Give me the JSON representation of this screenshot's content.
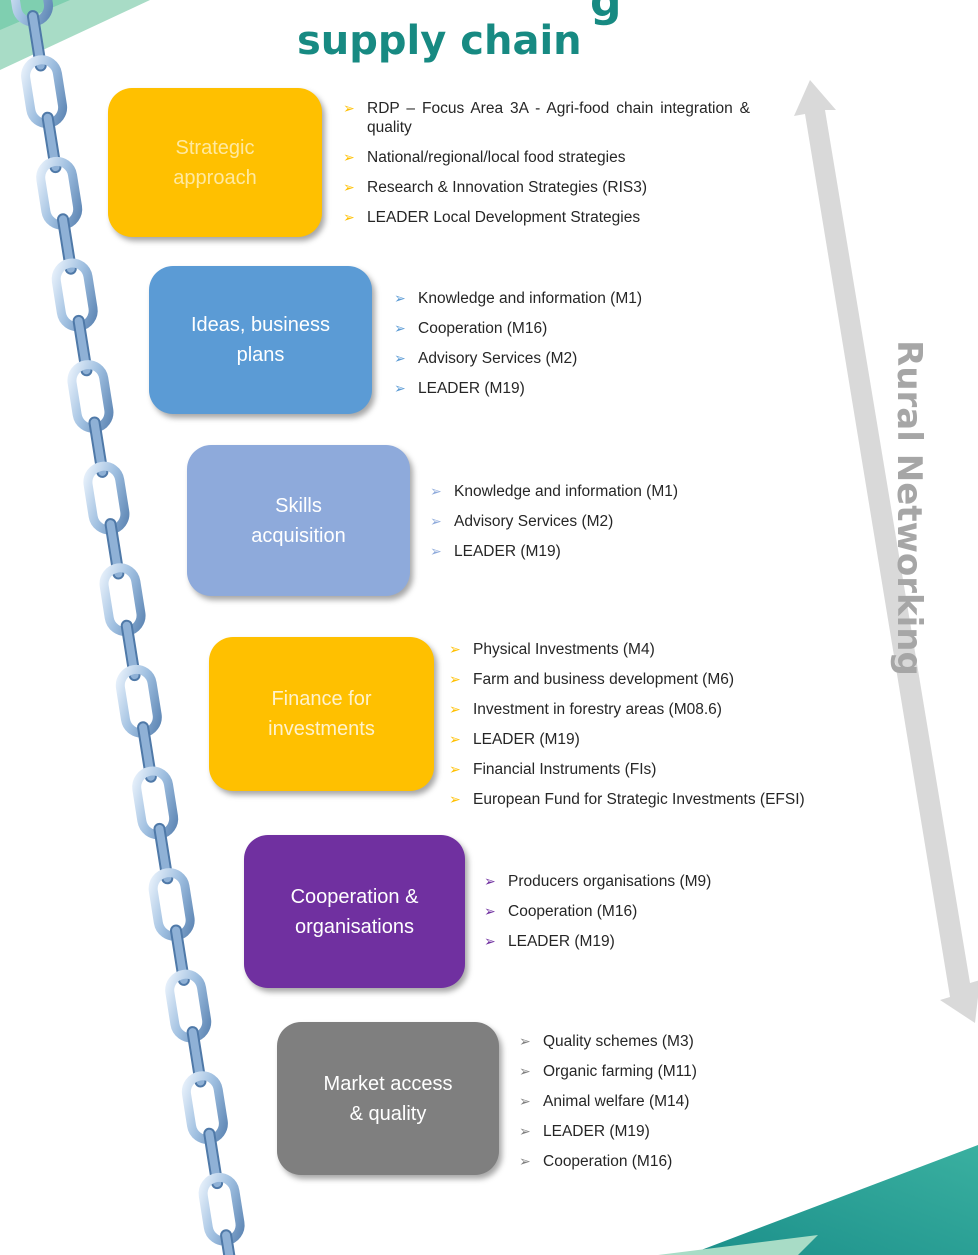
{
  "title": {
    "top_fragment": "g",
    "main": "supply chain"
  },
  "colors": {
    "title": "#178a82",
    "arrow": "#d9d9d9",
    "arrow_text": "#a6a6a6"
  },
  "side_label": "Rural Networking",
  "stages": [
    {
      "label": "Strategic\napproach",
      "color": "#ffc000",
      "text_color": "#ffe9a0",
      "bullet_color": "#ffc000",
      "items": [
        "RDP – Focus Area 3A - Agri-food chain integration & quality",
        "National/regional/local food strategies",
        "Research & Innovation Strategies (RIS3)",
        "LEADER Local Development Strategies"
      ]
    },
    {
      "label": "Ideas, business\nplans",
      "color": "#5b9bd5",
      "text_color": "#ffffff",
      "bullet_color": "#5b9bd5",
      "items": [
        "Knowledge and information (M1)",
        "Cooperation (M16)",
        "Advisory Services (M2)",
        "LEADER (M19)"
      ]
    },
    {
      "label": "Skills\nacquisition",
      "color": "#8eaadb",
      "text_color": "#ffffff",
      "bullet_color": "#8eaadb",
      "items": [
        "Knowledge and information (M1)",
        "Advisory Services (M2)",
        "LEADER (M19)"
      ]
    },
    {
      "label": "Finance for\ninvestments",
      "color": "#ffc000",
      "text_color": "#fff2cc",
      "bullet_color": "#ffc000",
      "items": [
        "Physical Investments (M4)",
        "Farm and business development (M6)",
        "Investment in forestry areas (M08.6)",
        "LEADER (M19)",
        "Financial Instruments (FIs)",
        "European Fund for Strategic Investments (EFSI)"
      ]
    },
    {
      "label": "Cooperation &\norganisations",
      "color": "#7030a0",
      "text_color": "#ffffff",
      "bullet_color": "#7030a0",
      "items": [
        "Producers organisations (M9)",
        "Cooperation (M16)",
        "LEADER (M19)"
      ]
    },
    {
      "label": "Market access\n& quality",
      "color": "#7f7f7f",
      "text_color": "#ffffff",
      "bullet_color": "#7f7f7f",
      "items": [
        "Quality schemes (M3)",
        "Organic farming (M11)",
        "Animal welfare (M14)",
        "LEADER (M19)",
        "Cooperation (M16)"
      ]
    }
  ]
}
